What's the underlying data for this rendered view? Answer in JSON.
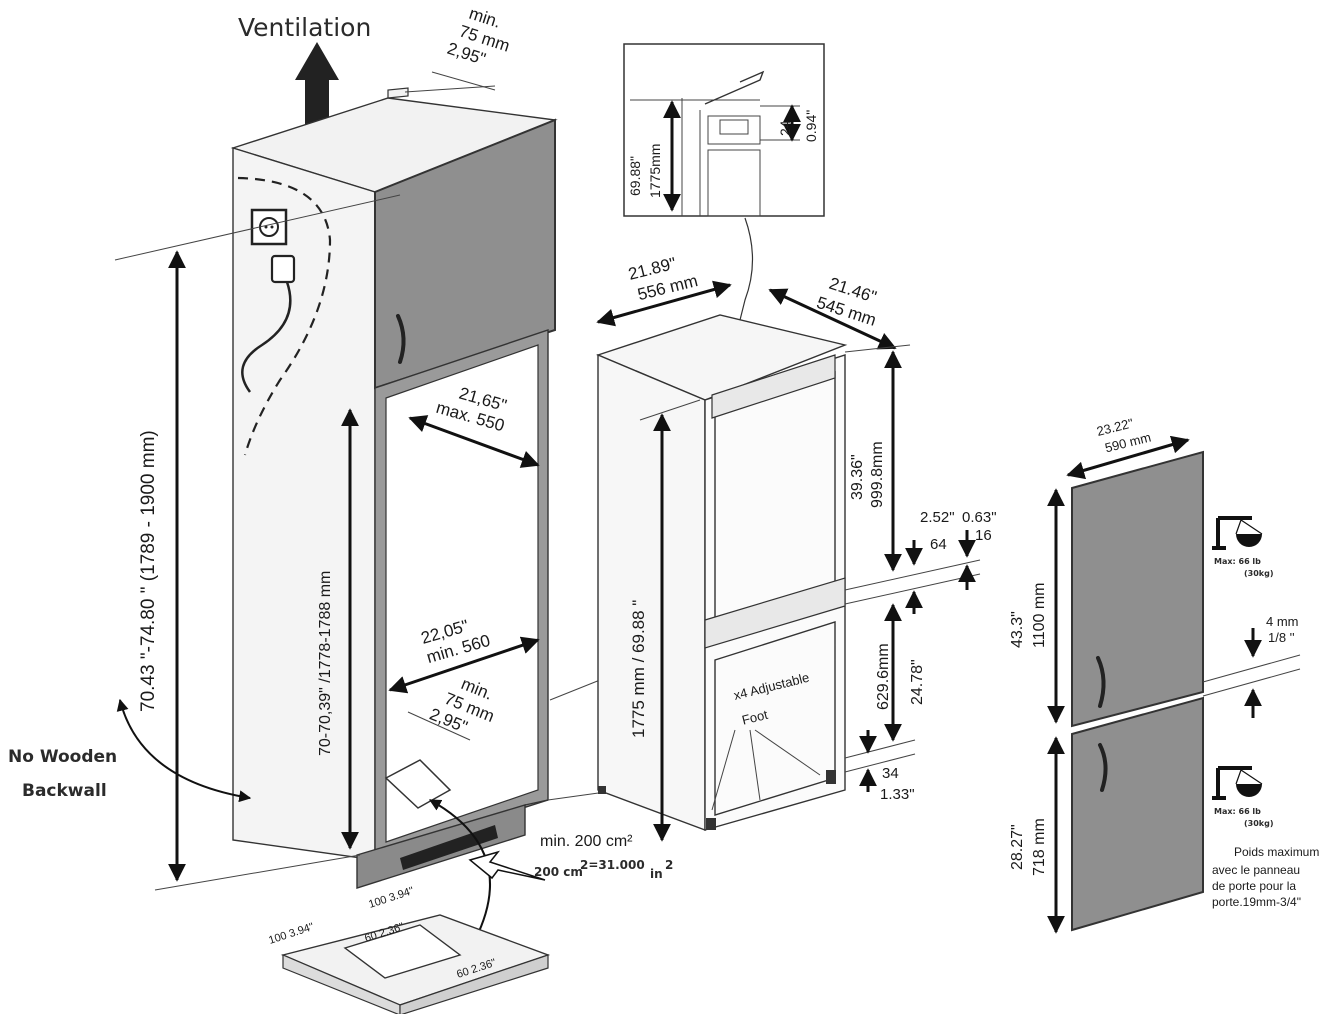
{
  "ventilation": "Ventilation",
  "no_wooden": {
    "line1": "No Wooden",
    "line2": "Backwall"
  },
  "top_gap": {
    "l1": "min.",
    "l2": "75 mm",
    "l3": "2,95\""
  },
  "overall_height": "70.43 \"-74.80 \" (1789 - 1900 mm)",
  "niche_width_top": {
    "l1": "21,65\"",
    "l2": "max. 550"
  },
  "niche_width_bottom": {
    "l1": "22,05\"",
    "l2": "min. 560"
  },
  "niche_height": "70-70,39\" /1778-1788 mm",
  "back_gap": {
    "l1": "min.",
    "l2": "75 mm",
    "l3": "2,95\""
  },
  "min_area": "min. 200 cm²",
  "area_formula": {
    "a": "200 cm",
    "b": "2=31.000",
    "c": "in",
    "d": "2"
  },
  "base_dims": {
    "a": "100 3.94\"",
    "b": "60 2.36\"",
    "c": "100 3.94\"",
    "d": "60 2.36\""
  },
  "inset": {
    "l1": "69.88\"",
    "l2": "1775mm",
    "l3": "24",
    "l4": "0.94\""
  },
  "unit_width": {
    "l1": "21.89\"",
    "l2": "556 mm"
  },
  "unit_depth": {
    "l1": "21.46\"",
    "l2": "545 mm"
  },
  "unit_height": "1775 mm / 69.88 \"",
  "upper_height": {
    "l1": "39.36\"",
    "l2": "999.8mm"
  },
  "gap_a": {
    "l1": "2.52\"",
    "l2": "64"
  },
  "gap_b": {
    "l1": "0.63\"",
    "l2": "16"
  },
  "lower_height": {
    "l1": "629.6mm",
    "l2": "24.78\""
  },
  "foot_gap": {
    "l1": "34",
    "l2": "1.33\""
  },
  "adjustable": {
    "l1": "x4 Adjustable",
    "l2": "Foot"
  },
  "door_width": {
    "l1": "23.22\"",
    "l2": "590 mm"
  },
  "door_upper": {
    "l1": "43.3\"",
    "l2": "1100 mm"
  },
  "door_lower": {
    "l1": "28.27\"",
    "l2": "718 mm"
  },
  "door_gap": {
    "l1": "4 mm",
    "l2": "1/8 ''"
  },
  "weight": {
    "l1": "Max: 66 lb",
    "l2": "(30kg)"
  },
  "poids": {
    "l1": "Poids maximum",
    "l2": "avec le panneau",
    "l3": "de porte pour la",
    "l4": "porte.19mm-3/4\""
  },
  "colors": {
    "panel": "#8f8f8f",
    "line": "#333333"
  }
}
